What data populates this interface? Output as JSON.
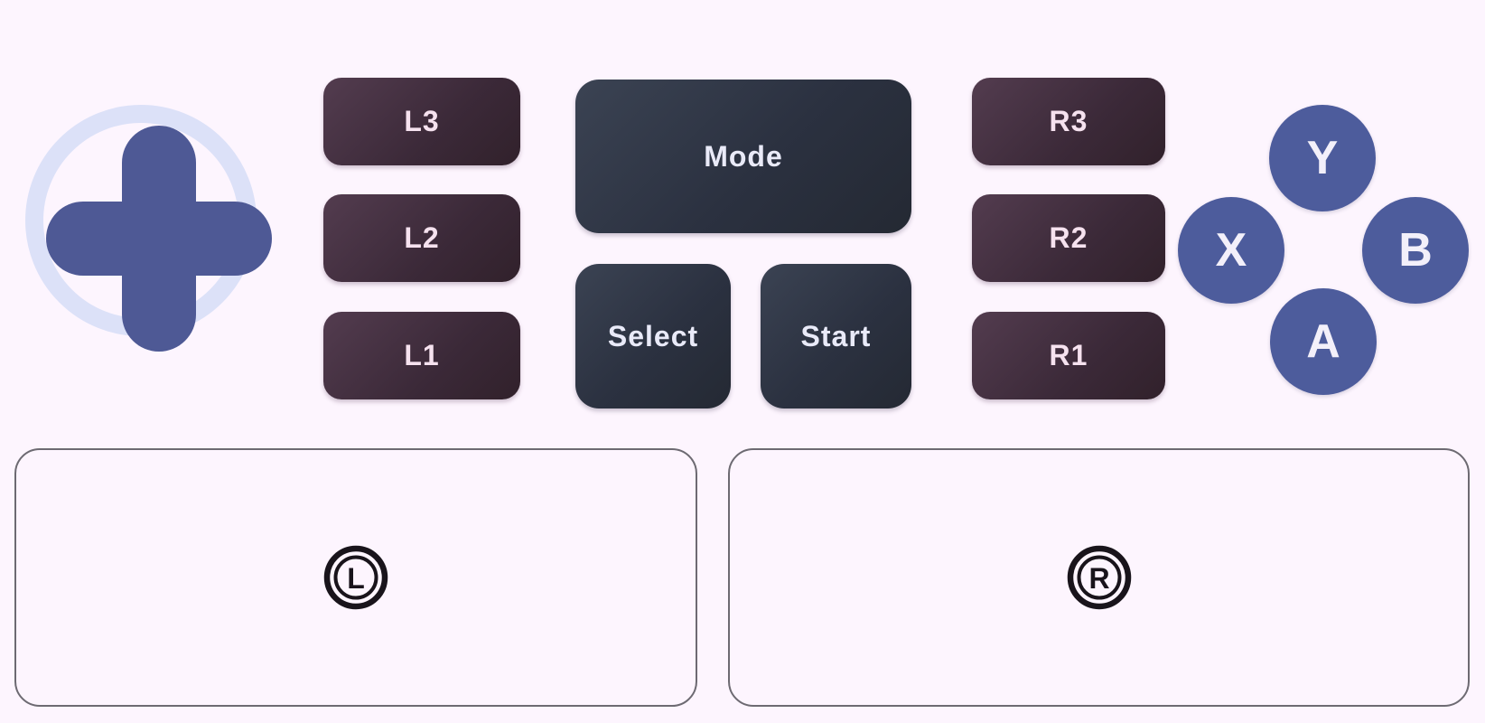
{
  "colors": {
    "background": "#fdf5fe",
    "dpad_cross": "#4e5995",
    "dpad_ring": "#dce1f8",
    "trigger_gradient_start": "#533c4f",
    "trigger_gradient_end": "#31212b",
    "trigger_text": "#f6e2ef",
    "system_gradient_start": "#3b4353",
    "system_gradient_end": "#242933",
    "system_text": "#e9eaf8",
    "face_button_fill": "#4d5c9c",
    "face_button_text": "#f3f0fa",
    "stick_zone_border": "#6d6a72",
    "stick_glyph": "#19141b"
  },
  "dpad": {
    "icon": "dpad-cross"
  },
  "left_triggers": [
    {
      "id": "l3",
      "label": "L3"
    },
    {
      "id": "l2",
      "label": "L2"
    },
    {
      "id": "l1",
      "label": "L1"
    }
  ],
  "system_buttons": {
    "mode": "Mode",
    "select": "Select",
    "start": "Start"
  },
  "right_triggers": [
    {
      "id": "r3",
      "label": "R3"
    },
    {
      "id": "r2",
      "label": "R2"
    },
    {
      "id": "r1",
      "label": "R1"
    }
  ],
  "face_buttons": {
    "y": "Y",
    "x": "X",
    "b": "B",
    "a": "A"
  },
  "sticks": {
    "left": {
      "glyph": "L"
    },
    "right": {
      "glyph": "R"
    }
  }
}
